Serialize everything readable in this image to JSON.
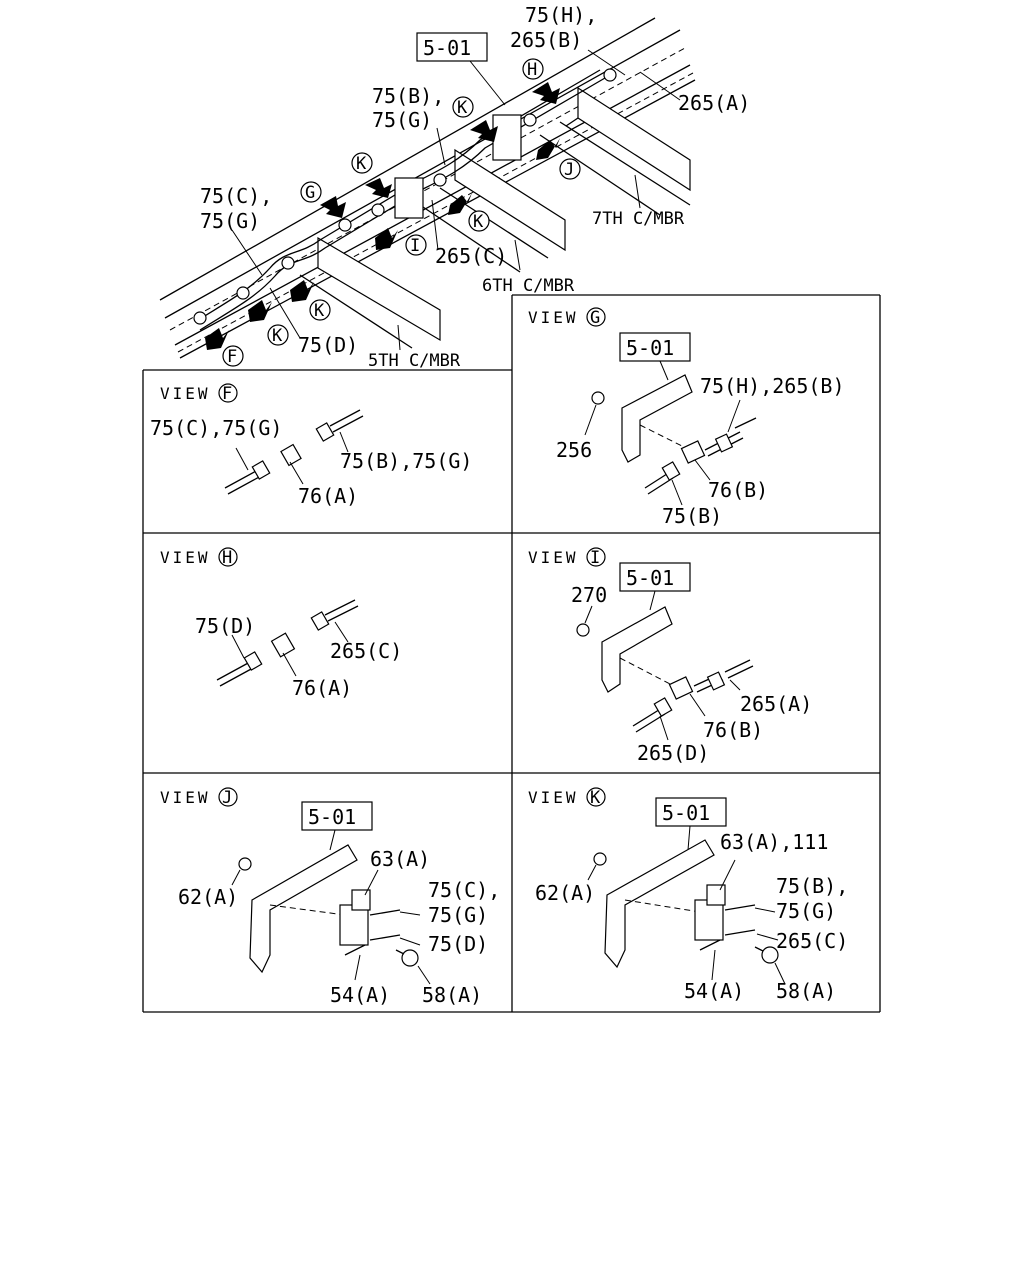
{
  "overview": {
    "ref_box": "5-01",
    "labels": {
      "l75h_265b_a": "75(H),",
      "l75h_265b_b": "265(B)",
      "l265a": "265(A)",
      "l75b_75g_a": "75(B),",
      "l75b_75g_b": "75(G)",
      "l75c_75g_a": "75(C),",
      "l75c_75g_b": "75(G)",
      "l265c": "265(C)",
      "l75d": "75(D)",
      "mbr7": "7TH C/MBR",
      "mbr6": "6TH C/MBR",
      "mbr5": "5TH C/MBR"
    },
    "markers": {
      "h": "H",
      "k1": "K",
      "k2": "K",
      "k3": "K",
      "k4": "K",
      "k5": "K",
      "g": "G",
      "j": "J",
      "i": "I",
      "f": "F"
    }
  },
  "views": {
    "f": {
      "title": "VIEW",
      "letter": "F",
      "labels": {
        "a": "75(C),75(G)",
        "b": "75(B),75(G)",
        "c": "76(A)"
      }
    },
    "g": {
      "title": "VIEW",
      "letter": "G",
      "ref_box": "5-01",
      "labels": {
        "a": "75(H),265(B)",
        "b": "256",
        "c": "76(B)",
        "d": "75(B)"
      }
    },
    "h": {
      "title": "VIEW",
      "letter": "H",
      "labels": {
        "a": "75(D)",
        "b": "265(C)",
        "c": "76(A)"
      }
    },
    "i": {
      "title": "VIEW",
      "letter": "I",
      "ref_box": "5-01",
      "labels": {
        "a": "270",
        "b": "265(A)",
        "c": "76(B)",
        "d": "265(D)"
      }
    },
    "j": {
      "title": "VIEW",
      "letter": "J",
      "ref_box": "5-01",
      "labels": {
        "a": "63(A)",
        "b": "62(A)",
        "c": "75(C),",
        "d": "75(G)",
        "e": "75(D)",
        "f": "54(A)",
        "g": "58(A)"
      }
    },
    "k": {
      "title": "VIEW",
      "letter": "K",
      "ref_box": "5-01",
      "labels": {
        "a": "63(A),111",
        "b": "62(A)",
        "c": "75(B),",
        "d": "75(G)",
        "e": "265(C)",
        "f": "54(A)",
        "g": "58(A)"
      }
    }
  }
}
